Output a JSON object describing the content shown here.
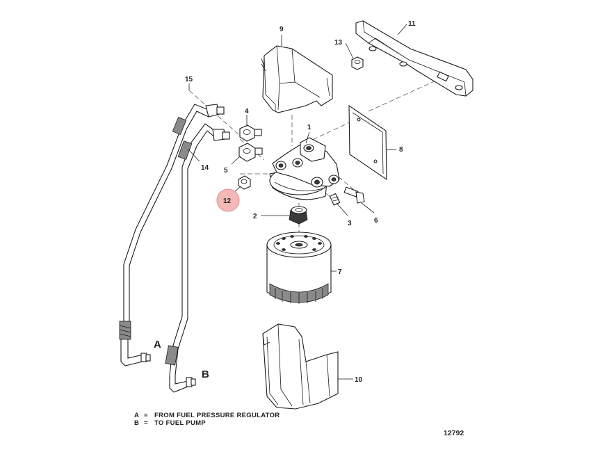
{
  "callouts": {
    "c1": "1",
    "c2": "2",
    "c3": "3",
    "c4": "4",
    "c5": "5",
    "c6": "6",
    "c7": "7",
    "c8": "8",
    "c9": "9",
    "c10": "10",
    "c11": "11",
    "c12": "12",
    "c13": "13",
    "c14": "14",
    "c15": "15"
  },
  "highlighted_callout": "12",
  "highlight_color": "#f4b8b8",
  "line_labels": {
    "a": "A",
    "b": "B"
  },
  "legend": {
    "a_key": "A",
    "a_eq": "=",
    "a_text": "FROM FUEL PRESSURE  REGULATOR",
    "b_key": "B",
    "b_eq": "=",
    "b_text": "TO FUEL PUMP"
  },
  "drawing_number": "12792"
}
